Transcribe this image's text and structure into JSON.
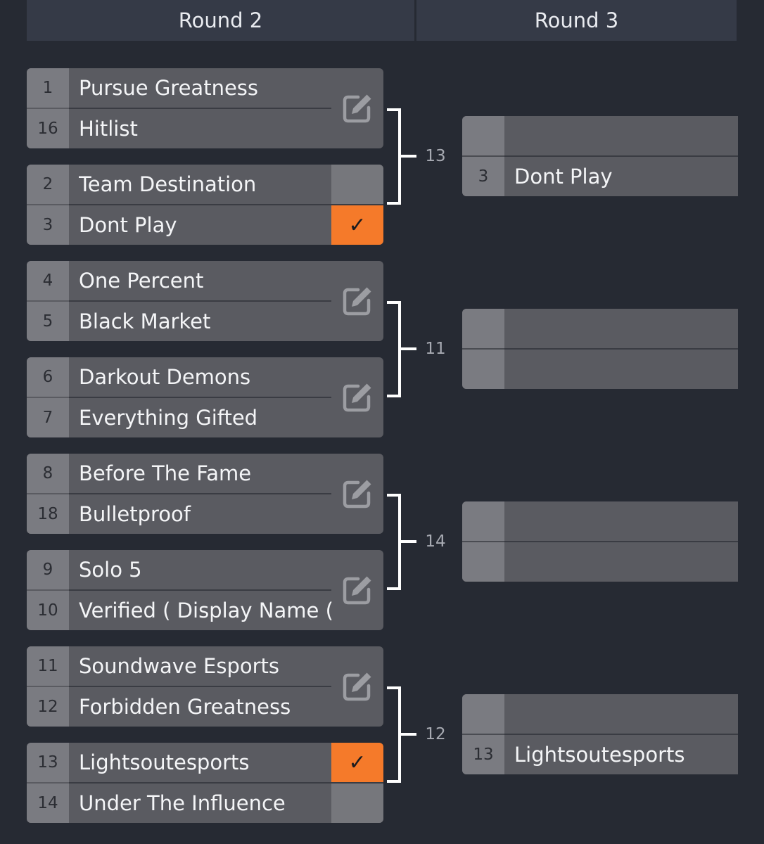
{
  "rounds": [
    {
      "label": "Round 2"
    },
    {
      "label": "Round 3"
    }
  ],
  "colors": {
    "background": "#262a33",
    "header": "#353a47",
    "card": "#5a5b61",
    "seed_cell": "#7a7b81",
    "winner_check": "#f57a2a",
    "connector": "#ffffff"
  },
  "round2": {
    "matches": [
      {
        "top": {
          "seed": "1",
          "team": "Pursue Greatness"
        },
        "bottom": {
          "seed": "16",
          "team": "Hitlist"
        },
        "action": "edit-icon"
      },
      {
        "top": {
          "seed": "2",
          "team": "Team Destination"
        },
        "bottom": {
          "seed": "3",
          "team": "Dont Play"
        },
        "winner": "bottom",
        "check": "✓"
      },
      {
        "top": {
          "seed": "4",
          "team": "One Percent"
        },
        "bottom": {
          "seed": "5",
          "team": "Black Market"
        },
        "action": "edit-icon"
      },
      {
        "top": {
          "seed": "6",
          "team": "Darkout Demons"
        },
        "bottom": {
          "seed": "7",
          "team": "Everything Gifted"
        },
        "action": "edit-icon"
      },
      {
        "top": {
          "seed": "8",
          "team": "Before The Fame"
        },
        "bottom": {
          "seed": "18",
          "team": "Bulletproof"
        },
        "action": "edit-icon"
      },
      {
        "top": {
          "seed": "9",
          "team": "Solo 5"
        },
        "bottom": {
          "seed": "10",
          "team": "Verified ( Display Name ("
        },
        "action": "edit-icon"
      },
      {
        "top": {
          "seed": "11",
          "team": "Soundwave Esports"
        },
        "bottom": {
          "seed": "12",
          "team": "Forbidden Greatness"
        },
        "action": "edit-icon"
      },
      {
        "top": {
          "seed": "13",
          "team": "Lightsoutesports"
        },
        "bottom": {
          "seed": "14",
          "team": "Under The Influence"
        },
        "winner": "top",
        "check": "✓"
      }
    ],
    "next_match_numbers": [
      "13",
      "11",
      "14",
      "12"
    ]
  },
  "round3": {
    "matches": [
      {
        "top": {
          "seed": "",
          "team": ""
        },
        "bottom": {
          "seed": "3",
          "team": "Dont Play"
        }
      },
      {
        "top": {
          "seed": "",
          "team": ""
        },
        "bottom": {
          "seed": "",
          "team": ""
        }
      },
      {
        "top": {
          "seed": "",
          "team": ""
        },
        "bottom": {
          "seed": "",
          "team": ""
        }
      },
      {
        "top": {
          "seed": "",
          "team": ""
        },
        "bottom": {
          "seed": "13",
          "team": "Lightsoutesports"
        }
      }
    ]
  }
}
